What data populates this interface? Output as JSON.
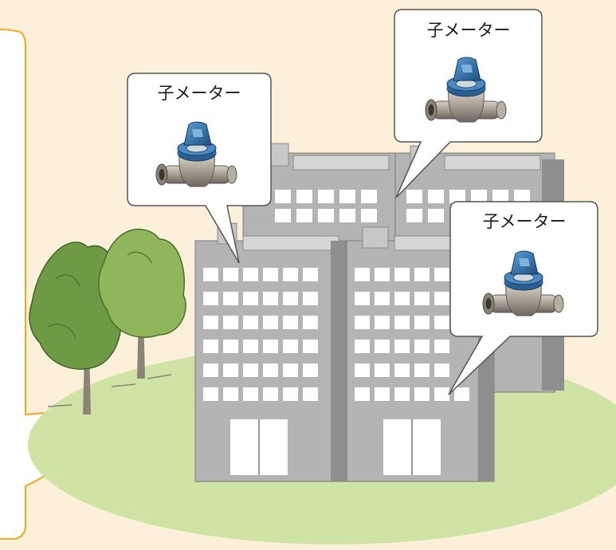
{
  "callouts": [
    {
      "id": "left",
      "label": "子メーター"
    },
    {
      "id": "top-right",
      "label": "子メーター"
    },
    {
      "id": "right",
      "label": "子メーター"
    }
  ],
  "colors": {
    "background": "#FDF0DB",
    "frame": "#F2A81D",
    "lawn": "#CFE3A4",
    "building": "#B4B4B4",
    "building_shadow": "#8E8E8E",
    "window": "#FFFFFF",
    "meter_cap": "#2E6FA8",
    "meter_body": "#A69E93"
  }
}
